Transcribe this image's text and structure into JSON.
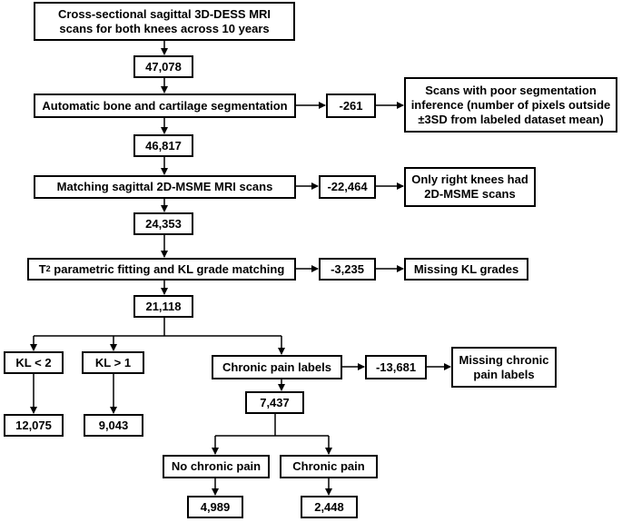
{
  "flowchart": {
    "start": {
      "line1": "Cross-sectional sagittal 3D-DESS MRI",
      "line2": "scans for both knees across 10 years"
    },
    "n1": "47,078",
    "segmentation": "Automatic bone and cartilage segmentation",
    "excl_seg": "-261",
    "excl_seg_reason": {
      "line1": "Scans with poor segmentation",
      "line2": "inference (number of pixels outside",
      "line3": "±3SD from labeled dataset mean)"
    },
    "n2": "46,817",
    "msme": "Matching sagittal 2D-MSME MRI scans",
    "excl_msme": "-22,464",
    "excl_msme_reason": {
      "line1": "Only right knees had",
      "line2": "2D-MSME scans"
    },
    "n3": "24,353",
    "t2": {
      "prefix": "T",
      "sub": "2",
      "suffix": " parametric fitting and KL grade matching"
    },
    "excl_kl": "-3,235",
    "excl_kl_reason": "Missing KL grades",
    "n4": "21,118",
    "kl_low": "KL < 2",
    "kl_high": "KL > 1",
    "n_kl_low": "12,075",
    "n_kl_high": "9,043",
    "pain_labels": "Chronic pain labels",
    "excl_pain": "-13,681",
    "excl_pain_reason": {
      "line1": "Missing chronic",
      "line2": "pain labels"
    },
    "n5": "7,437",
    "no_pain": "No chronic pain",
    "pain": "Chronic pain",
    "n_no_pain": "4,989",
    "n_pain": "2,448"
  }
}
